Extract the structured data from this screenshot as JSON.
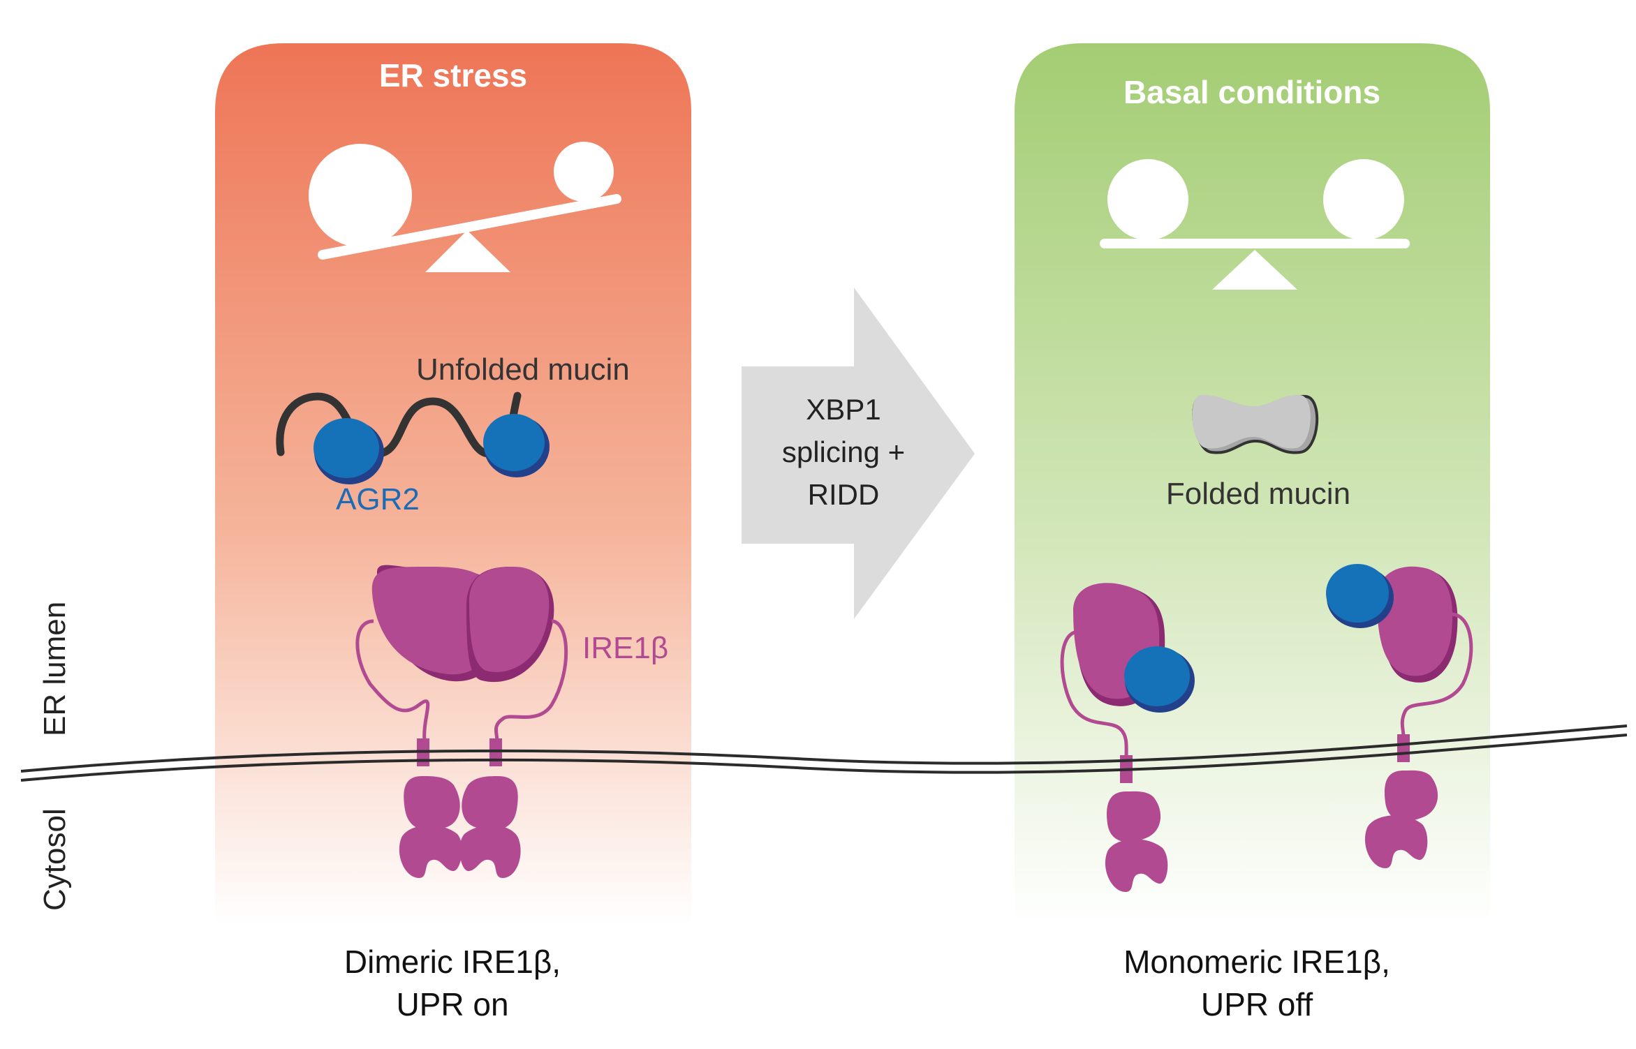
{
  "left_panel": {
    "title": "ER stress",
    "caption_line1": "Dimeric IRE1β,",
    "caption_line2": "UPR on"
  },
  "right_panel": {
    "title": "Basal conditions",
    "caption_line1": "Monomeric IRE1β,",
    "caption_line2": "UPR off"
  },
  "labels": {
    "unfolded_mucin": "Unfolded mucin",
    "agr2": "AGR2",
    "ire1b": "IRE1β",
    "folded_mucin": "Folded mucin",
    "er_lumen": "ER lumen",
    "cytosol": "Cytosol"
  },
  "arrow": {
    "line1": "XBP1",
    "line2": "splicing +",
    "line3": "RIDD"
  },
  "colors": {
    "stress_top": "#ee7556",
    "basal_top": "#a3cd73",
    "ire1": "#b24a91",
    "ire1_dark": "#8c2a72",
    "agr2": "#1672b8",
    "agr2_dark": "#23418a",
    "mucin_folded": "#c8c8c8",
    "arrow": "#dcdcdc"
  }
}
